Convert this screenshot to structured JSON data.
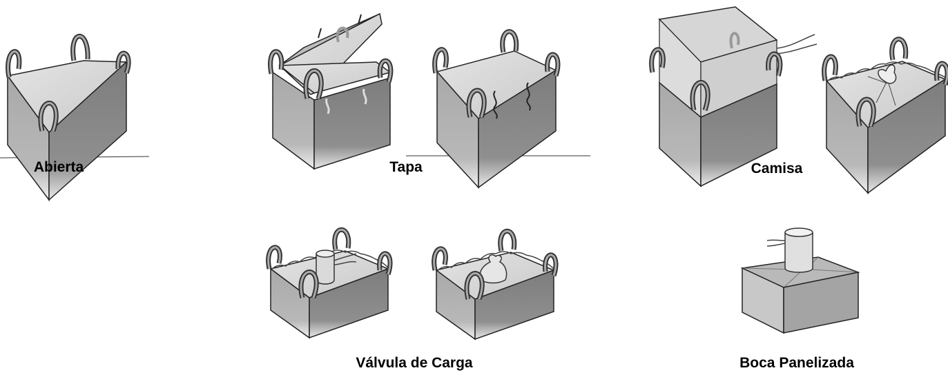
{
  "labels": {
    "open": "Abierta",
    "lid": "Tapa",
    "skirt": "Camisa",
    "filling_spout": "Válvula de Carga",
    "paneled_top": "Boca Panelizada"
  }
}
